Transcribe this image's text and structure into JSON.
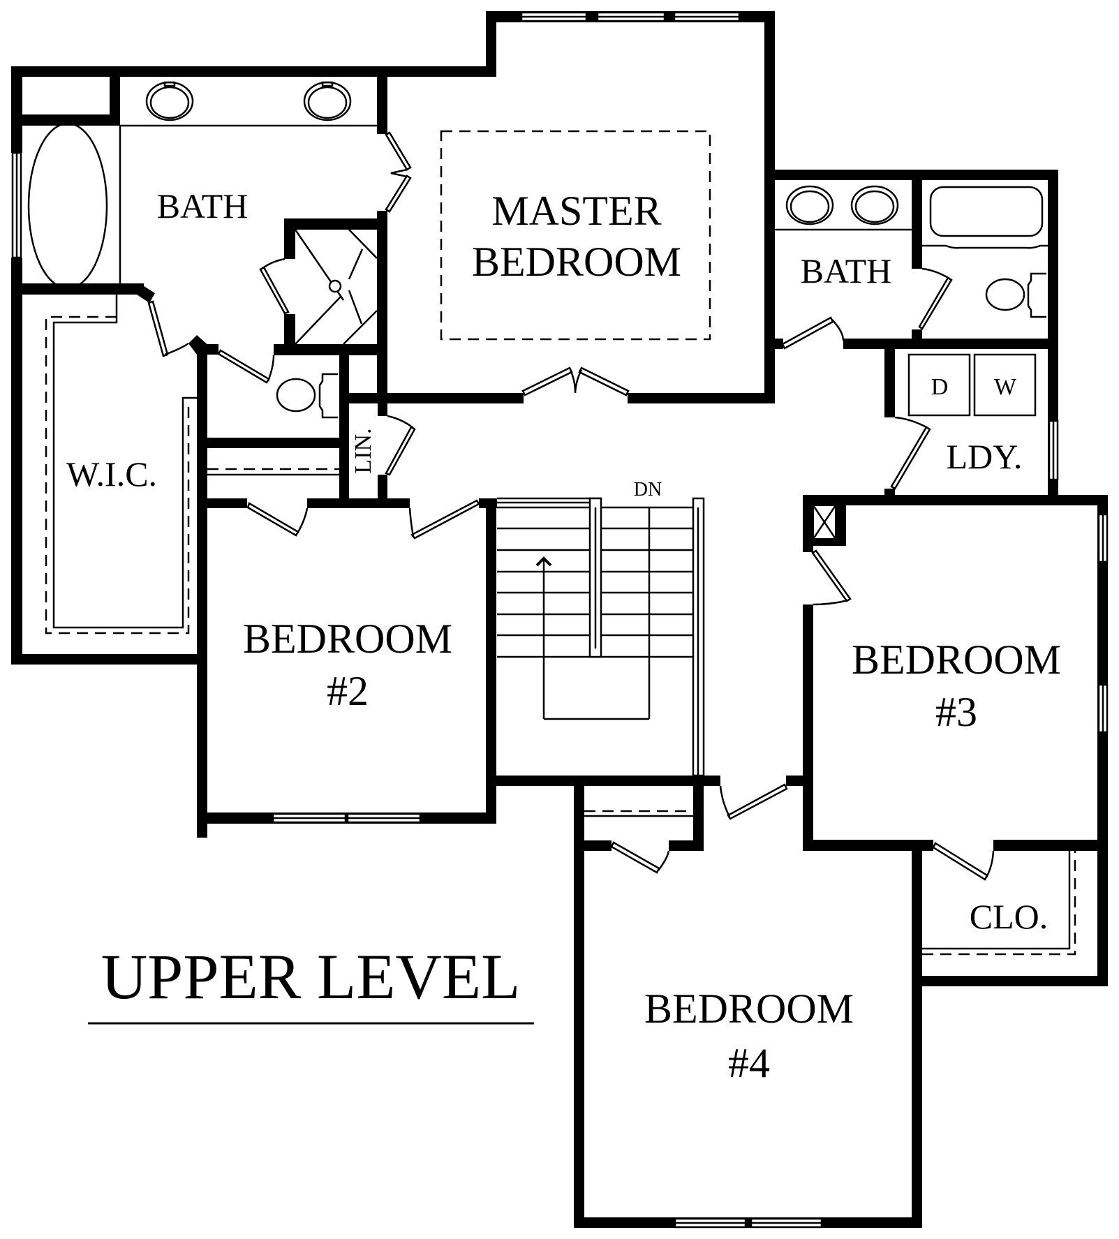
{
  "plan": {
    "title": "UPPER LEVEL",
    "stair_label": "DN",
    "rooms": {
      "master_bedroom": {
        "line1": "MASTER",
        "line2": "BEDROOM"
      },
      "master_bath": {
        "label": "BATH"
      },
      "wic": {
        "label": "W.I.C."
      },
      "linen": {
        "label": "LIN."
      },
      "hall_bath": {
        "label": "BATH"
      },
      "laundry": {
        "label": "LDY.",
        "dryer": "D",
        "washer": "W"
      },
      "bedroom2": {
        "line1": "BEDROOM",
        "line2": "#2"
      },
      "bedroom3": {
        "line1": "BEDROOM",
        "line2": "#3"
      },
      "bedroom4": {
        "line1": "BEDROOM",
        "line2": "#4"
      },
      "closet": {
        "label": "CLO."
      }
    },
    "colors": {
      "ink": "#000000",
      "paper": "#ffffff"
    }
  }
}
